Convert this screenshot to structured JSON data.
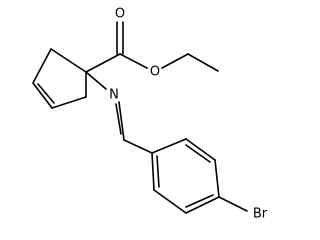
{
  "molecule": {
    "atoms": [
      {
        "id": "o_carbonyl",
        "label": "O"
      },
      {
        "id": "o_ester",
        "label": "O"
      },
      {
        "id": "n_imine",
        "label": "N"
      },
      {
        "id": "br",
        "label": "Br"
      }
    ]
  }
}
